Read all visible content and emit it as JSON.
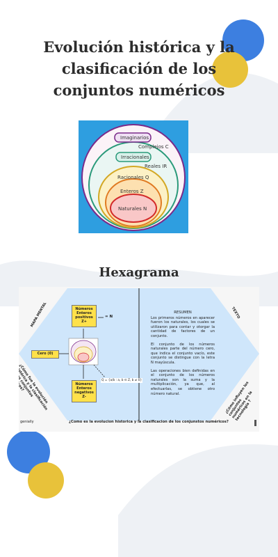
{
  "page": {
    "title_line1": "Evolución histórica y la",
    "title_line2": "clasificación de los",
    "title_line3": "conjuntos numéricos",
    "subtitle": "Hexagrama"
  },
  "sets_diagram": {
    "imaginarios": "Imaginarios",
    "complejos": "Complejos C",
    "irracionales": "Irracionales",
    "reales": "Reales IR",
    "racionales": "Racionales Q",
    "enteros": "Enteros Z",
    "naturales": "Naturales N"
  },
  "hexagram": {
    "mapa_mental": "MAPA MENTAL",
    "texto": "TEXTO",
    "box_positivos": "Números Enteros positivos Z+",
    "n_symbol": "= N",
    "box_cero": "Cero (0)",
    "box_negativos": "Números Enteros negativos Z-",
    "formula": "Q = {a/b : a, b ∈ Z, b ≠ 0}",
    "left_question": "¿Cómo fue la evolución histórica y la clasificación de los conjuntos numéricos?",
    "right_question": "¿Cómo influyen los conjuntos numéricos en la tecnología ?",
    "summary_title": "RESUMEN",
    "summary_p1": "Los primeros números en aparecer fueron los naturales, los cuales se utilizaron para contar y otorgar la cantidad de factores de un conjunto.",
    "summary_p2": "El conjunto de los números naturales parte del número cero, que indica el conjunto vacío, este conjunto se distingue con la letra N mayúscula.",
    "summary_p3": "Las operaciones bien definidas en el conjunto de los números naturales son la suma y la multiplicación, ya que, al efectuarlas, se obtiene otro número natural.",
    "bottom_question": "¿Como es la evolucion historica y la clasificacion de los conjunstos numéricos?",
    "brand": "genially"
  },
  "colors": {
    "blue_circle": "#3d7fe0",
    "yellow_circle": "#e8c23a",
    "diagram_bg": "#2e9ee0",
    "hex_fill": "#cfe6fb"
  }
}
